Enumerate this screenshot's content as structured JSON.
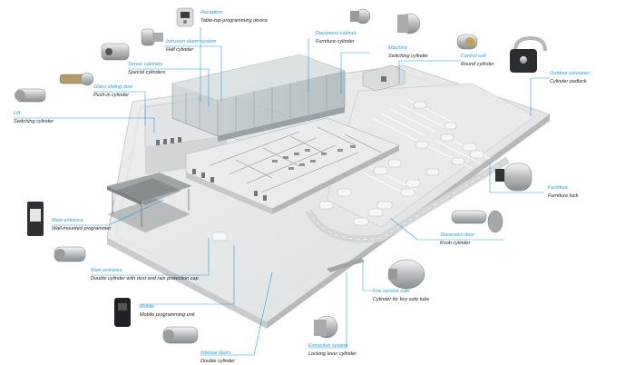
{
  "colors": {
    "accent": "#2a9fd6",
    "text": "#222222"
  },
  "callouts": {
    "reception": {
      "title": "Reception",
      "sub": "Table-top programming device"
    },
    "intrusion": {
      "title": "Intrusion alarm system",
      "sub": "Half cylinder"
    },
    "server": {
      "title": "Server cabinets",
      "sub": "Special cylinders"
    },
    "glass": {
      "title": "Glass sliding door",
      "sub": "Push-in cylinder"
    },
    "lift": {
      "title": "Lift",
      "sub": "Switching cylinder"
    },
    "document": {
      "title": "Document cabinet",
      "sub": "Furniture cylinder"
    },
    "machine": {
      "title": "Machine",
      "sub": "Switching cylinder"
    },
    "control": {
      "title": "Control cell",
      "sub": "Round cylinder"
    },
    "outdoor": {
      "title": "Outdoor container",
      "sub": "Cylinder padlock"
    },
    "furniture": {
      "title": "Furniture",
      "sub": "Furniture lock"
    },
    "storeroom": {
      "title": "Storeroom door",
      "sub": "Knob cylinder"
    },
    "main_entrance_wall": {
      "title": "Main entrance",
      "sub": "Wall-mounted programmer"
    },
    "main_entrance_cyl": {
      "title": "Main entrance",
      "sub": "Double cylinder with dust and rain protection cap"
    },
    "mobile": {
      "title": "Mobile",
      "sub": "Mobile programming unit"
    },
    "fire": {
      "title": "Fire service safe",
      "sub": "Cylinder for key safe tube"
    },
    "internal": {
      "title": "Internal doors",
      "sub": "Double cylinder"
    },
    "extraction": {
      "title": "Extraction system",
      "sub": "Locking lever cylinder"
    }
  }
}
